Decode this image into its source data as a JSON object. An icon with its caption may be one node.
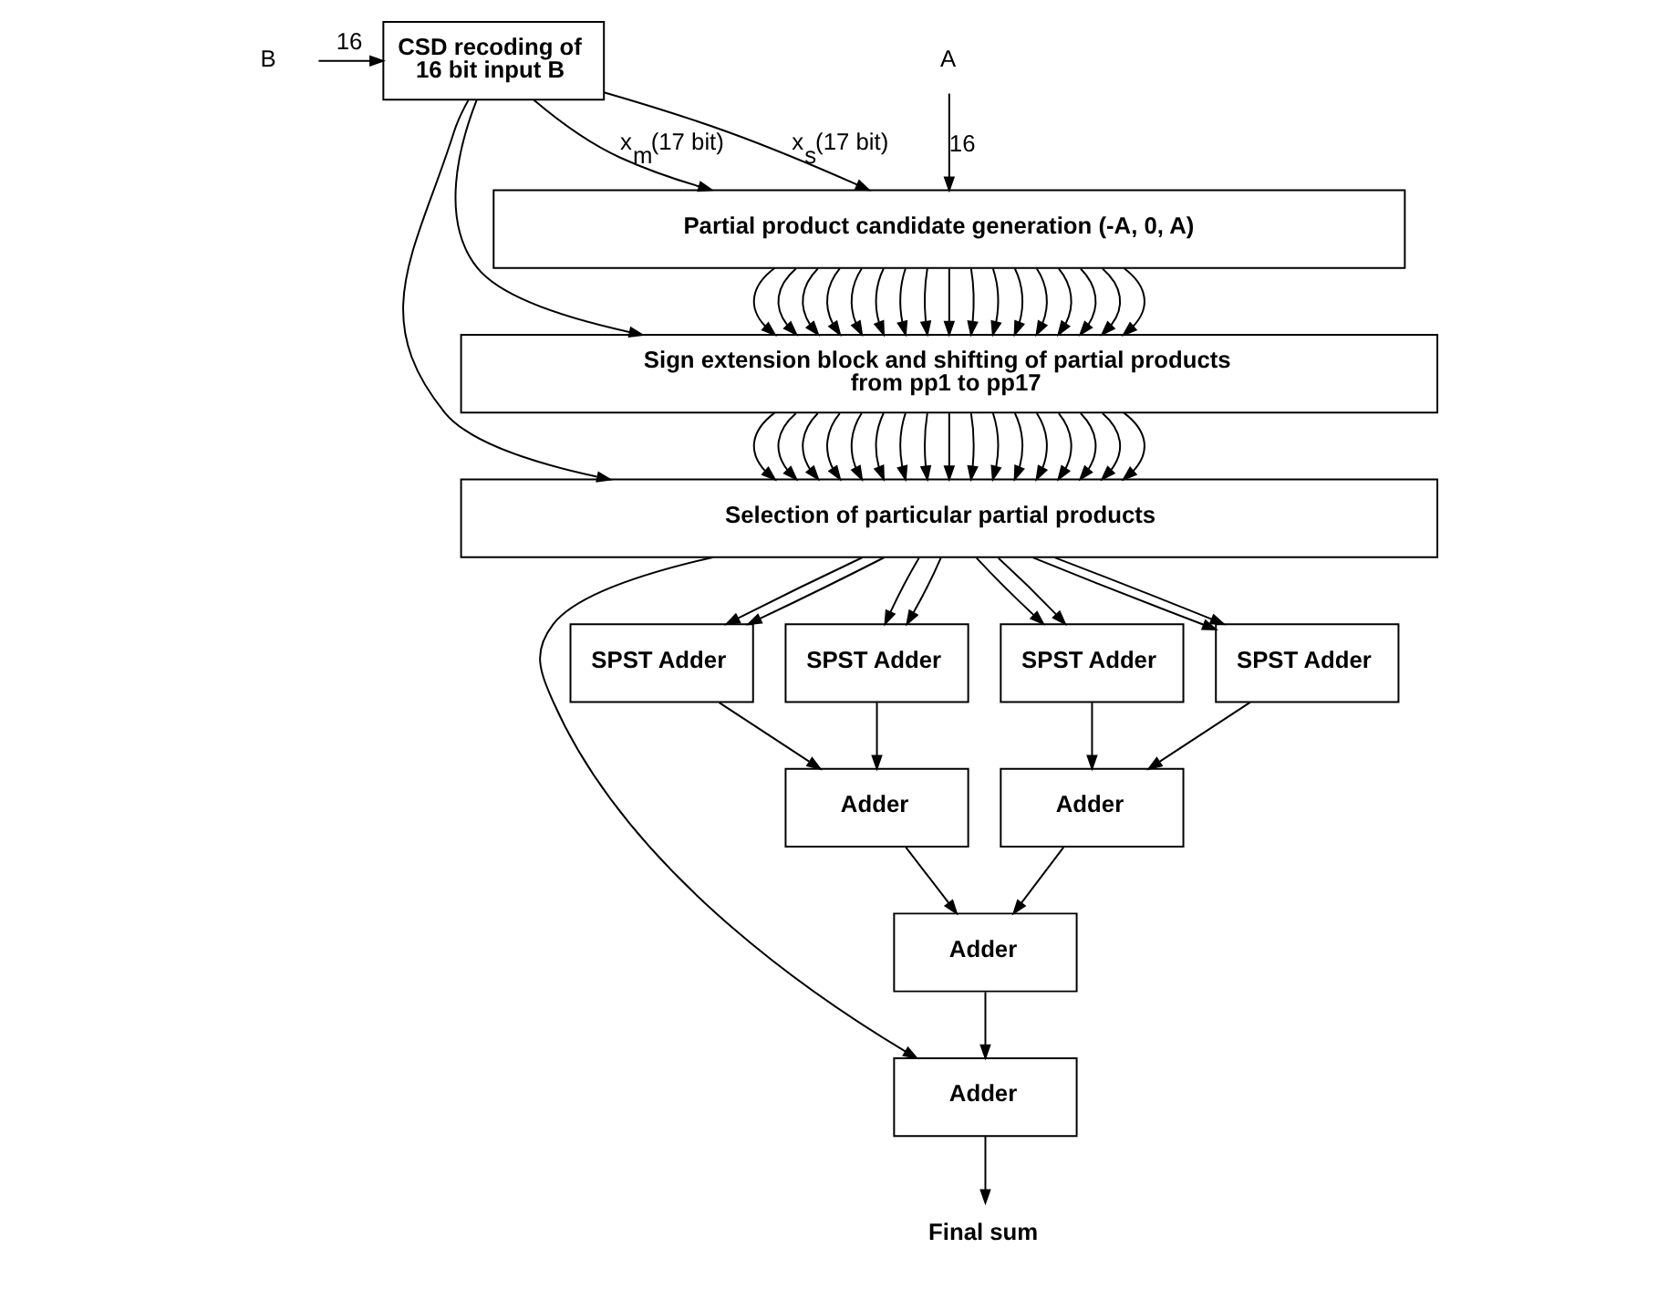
{
  "diagram": {
    "nodes": [
      {
        "text": [
          "B"
        ]
      },
      {
        "text": [
          "CSD recoding of 16 bit input B"
        ]
      },
      {
        "text": [
          "A"
        ]
      },
      {
        "text": [
          "Partial product candidate generation (-A, 0, A)"
        ]
      },
      {
        "text": [
          "Sign extension block and shifting of partial products from pp1 to pp17"
        ]
      },
      {
        "text": [
          "Selection of particular partial products"
        ]
      },
      {
        "text": [
          "SPST Adder"
        ]
      },
      {
        "text": [
          "SPST Adder"
        ]
      },
      {
        "text": [
          "SPST Adder"
        ]
      },
      {
        "text": [
          "SPST Adder"
        ]
      },
      {
        "text": [
          "Adder"
        ]
      },
      {
        "text": [
          "Adder"
        ]
      },
      {
        "text": [
          "Adder"
        ]
      },
      {
        "text": [
          "Adder"
        ]
      },
      {
        "text": [
          "Final sum"
        ]
      }
    ],
    "edges": [
      {
        "from": 0,
        "to": 1,
        "arrow": "to",
        "label": "16"
      },
      {
        "from": 2,
        "to": 3,
        "arrow": "to",
        "label": "16"
      },
      {
        "from": 1,
        "to": 3,
        "arrow": "to",
        "label": "x$_{m}$(17 bit)"
      },
      {
        "from": 1,
        "to": 3,
        "arrow": "to",
        "label": "x$_{s}$(17 bit)"
      },
      {
        "from": 1,
        "to": 4,
        "arrow": "to"
      },
      {
        "from": 1,
        "to": 5,
        "arrow": "to"
      },
      {
        "from": 3,
        "to": 4,
        "arrow": "to"
      },
      {
        "from": 3,
        "to": 4,
        "arrow": "to"
      },
      {
        "from": 3,
        "to": 4,
        "arrow": "to"
      },
      {
        "from": 3,
        "to": 4,
        "arrow": "to"
      },
      {
        "from": 3,
        "to": 4,
        "arrow": "to"
      },
      {
        "from": 3,
        "to": 4,
        "arrow": "to"
      },
      {
        "from": 3,
        "to": 4,
        "arrow": "to"
      },
      {
        "from": 3,
        "to": 4,
        "arrow": "to"
      },
      {
        "from": 3,
        "to": 4,
        "arrow": "to"
      },
      {
        "from": 3,
        "to": 4,
        "arrow": "to"
      },
      {
        "from": 3,
        "to": 4,
        "arrow": "to"
      },
      {
        "from": 3,
        "to": 4,
        "arrow": "to"
      },
      {
        "from": 3,
        "to": 4,
        "arrow": "to"
      },
      {
        "from": 3,
        "to": 4,
        "arrow": "to"
      },
      {
        "from": 3,
        "to": 4,
        "arrow": "to"
      },
      {
        "from": 3,
        "to": 4,
        "arrow": "to"
      },
      {
        "from": 3,
        "to": 4,
        "arrow": "to"
      },
      {
        "from": 4,
        "to": 5,
        "arrow": "to"
      },
      {
        "from": 4,
        "to": 5,
        "arrow": "to"
      },
      {
        "from": 4,
        "to": 5,
        "arrow": "to"
      },
      {
        "from": 4,
        "to": 5,
        "arrow": "to"
      },
      {
        "from": 4,
        "to": 5,
        "arrow": "to"
      },
      {
        "from": 4,
        "to": 5,
        "arrow": "to"
      },
      {
        "from": 4,
        "to": 5,
        "arrow": "to"
      },
      {
        "from": 4,
        "to": 5,
        "arrow": "to"
      },
      {
        "from": 4,
        "to": 5,
        "arrow": "to"
      },
      {
        "from": 4,
        "to": 5,
        "arrow": "to"
      },
      {
        "from": 4,
        "to": 5,
        "arrow": "to"
      },
      {
        "from": 4,
        "to": 5,
        "arrow": "to"
      },
      {
        "from": 4,
        "to": 5,
        "arrow": "to"
      },
      {
        "from": 4,
        "to": 5,
        "arrow": "to"
      },
      {
        "from": 4,
        "to": 5,
        "arrow": "to"
      },
      {
        "from": 4,
        "to": 5,
        "arrow": "to"
      },
      {
        "from": 4,
        "to": 5,
        "arrow": "to"
      },
      {
        "from": 5,
        "to": 6,
        "arrow": "to"
      },
      {
        "from": 5,
        "to": 6,
        "arrow": "to"
      },
      {
        "from": 5,
        "to": 7,
        "arrow": "to"
      },
      {
        "from": 5,
        "to": 7,
        "arrow": "to"
      },
      {
        "from": 5,
        "to": 8,
        "arrow": "to"
      },
      {
        "from": 5,
        "to": 8,
        "arrow": "to"
      },
      {
        "from": 5,
        "to": 9,
        "arrow": "to"
      },
      {
        "from": 5,
        "to": 9,
        "arrow": "to"
      },
      {
        "from": 6,
        "to": 10,
        "arrow": "to"
      },
      {
        "from": 7,
        "to": 10,
        "arrow": "to"
      },
      {
        "from": 8,
        "to": 11,
        "arrow": "to"
      },
      {
        "from": 9,
        "to": 11,
        "arrow": "to"
      },
      {
        "from": 10,
        "to": 12,
        "arrow": "to"
      },
      {
        "from": 11,
        "to": 12,
        "arrow": "to"
      },
      {
        "from": 12,
        "to": 13,
        "arrow": "to"
      },
      {
        "from": 5,
        "to": 13,
        "arrow": "to"
      },
      {
        "from": 13,
        "to": 14,
        "arrow": "to"
      }
    ]
  }
}
